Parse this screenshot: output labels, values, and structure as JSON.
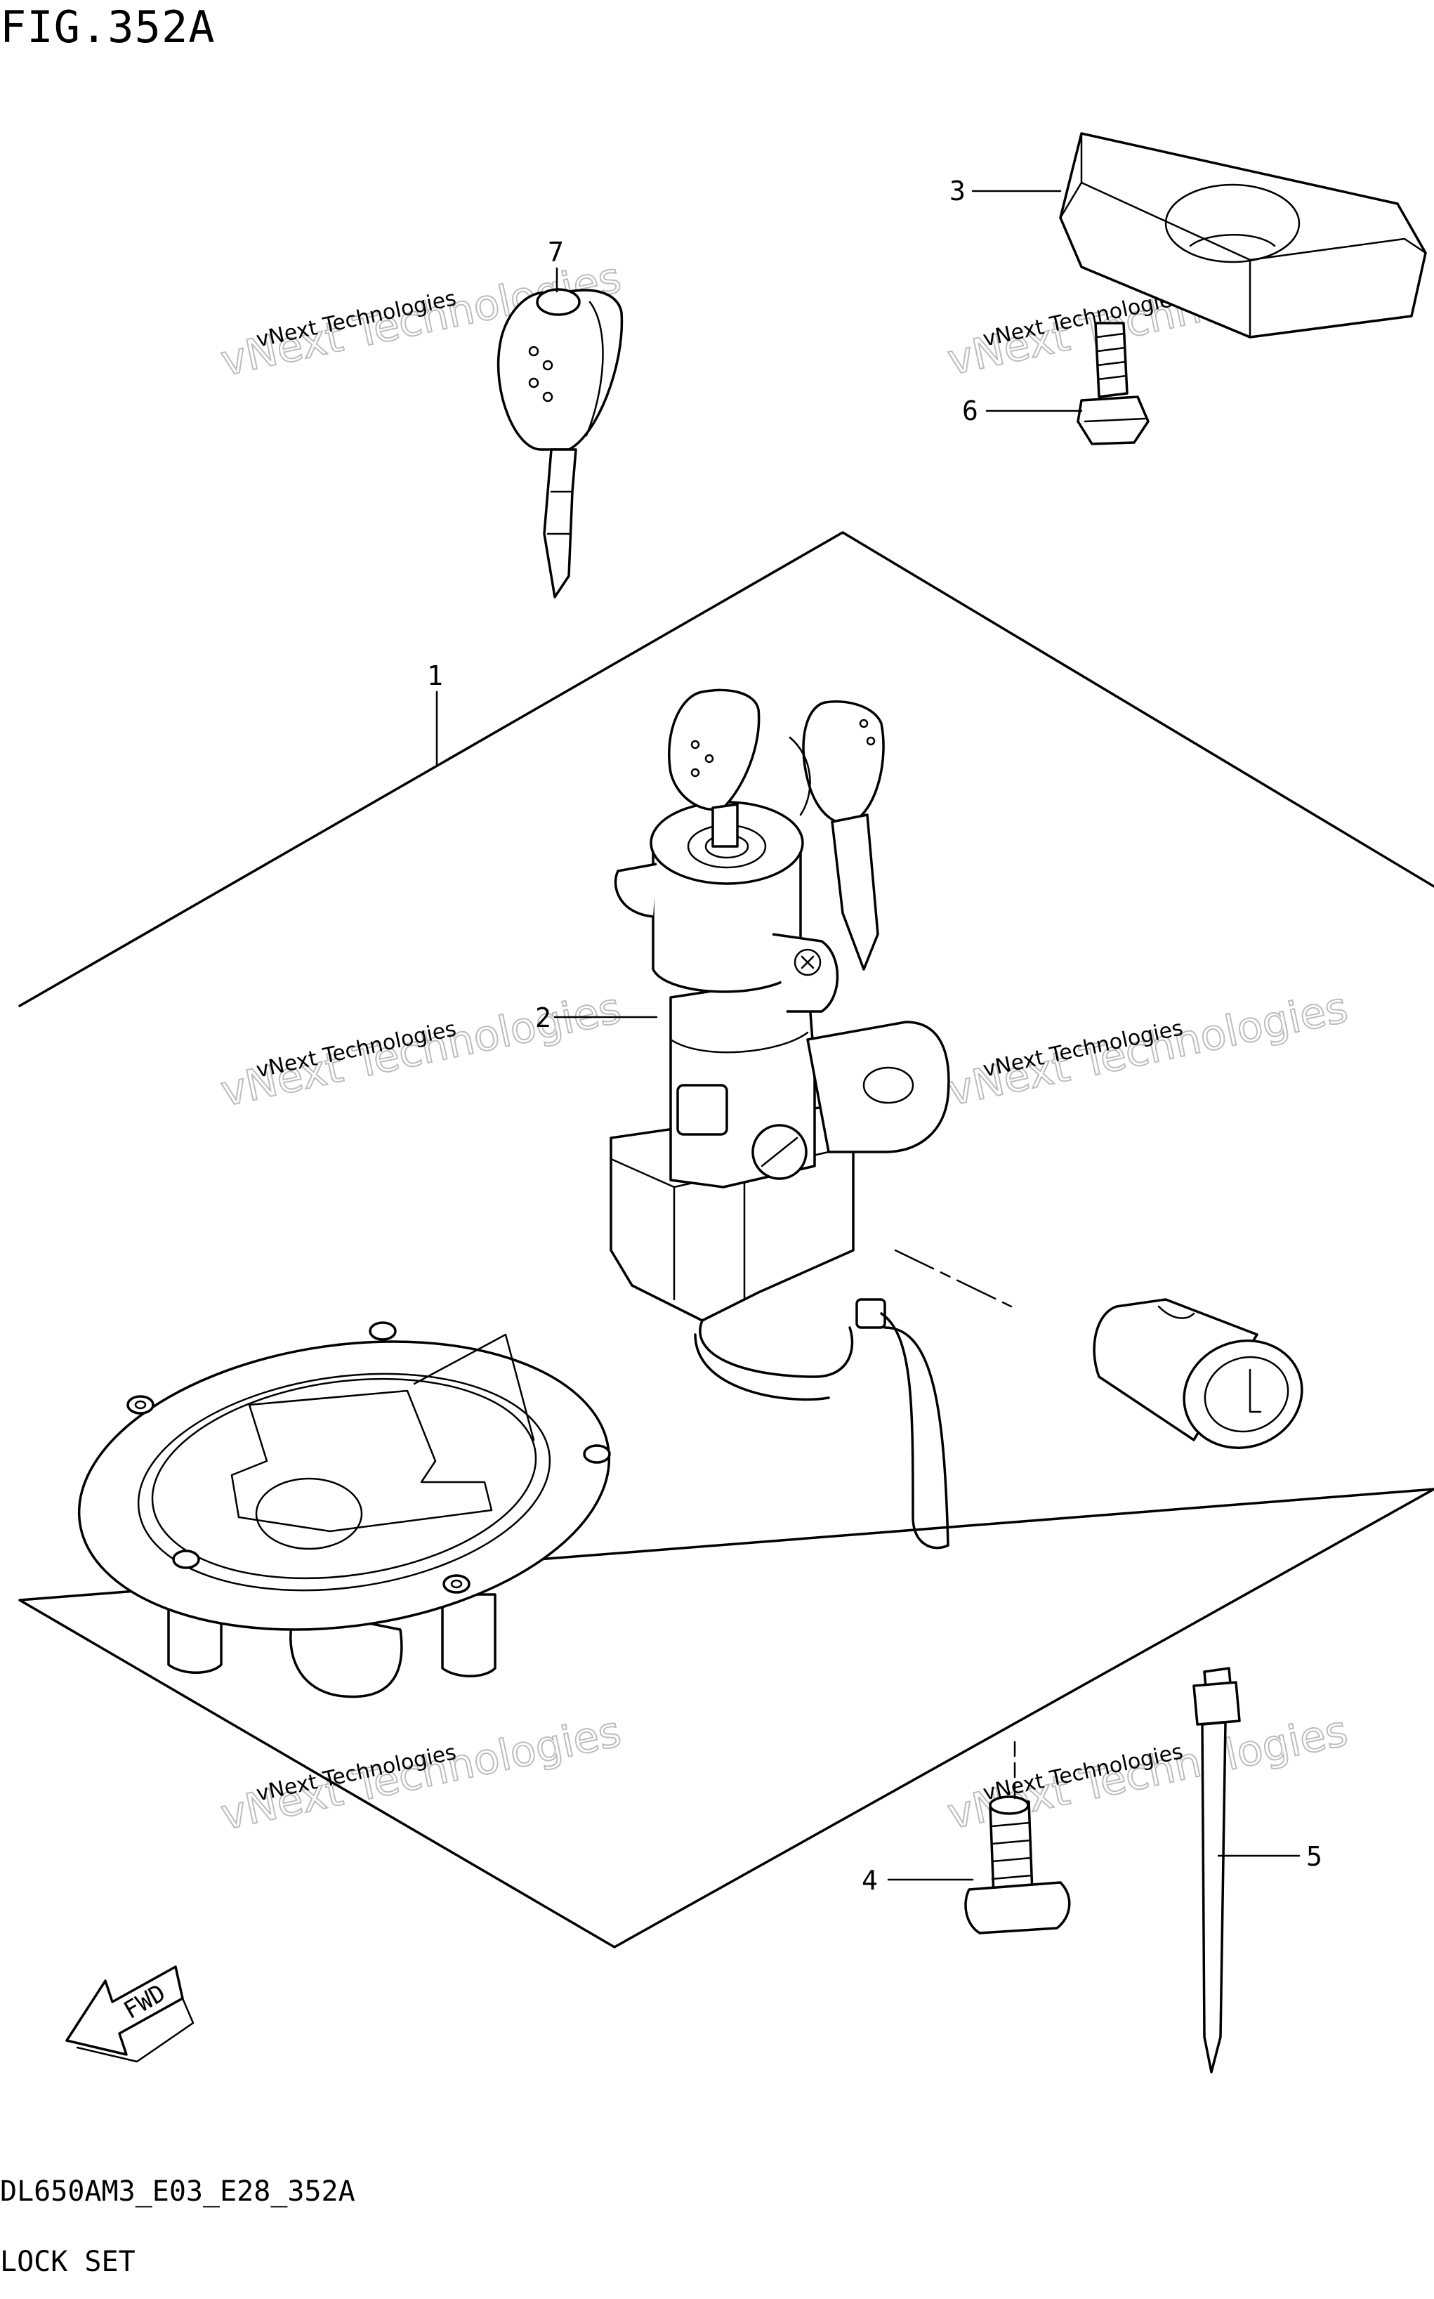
{
  "figure": {
    "title": "FIG.352A",
    "code": "DL650AM3_E03_E28_352A",
    "name": "LOCK SET"
  },
  "callouts": [
    "1",
    "2",
    "3",
    "4",
    "5",
    "6",
    "7"
  ],
  "watermark": {
    "line1": "vNext Technologies",
    "line2": "vNext Technologies"
  },
  "direction_label": "FWD"
}
